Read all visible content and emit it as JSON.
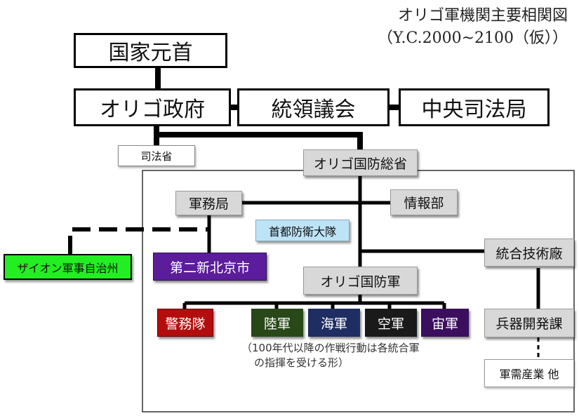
{
  "title": {
    "line1": "オリゴ軍機関主要相関図",
    "line2": "（Y.C.2000~2100（仮））"
  },
  "nodes": {
    "head_of_state": "国家元首",
    "government": "オリゴ政府",
    "council": "統領議会",
    "judiciary": "中央司法局",
    "justice_ministry": "司法省",
    "defense_ministry": "オリゴ国防総省",
    "military_affairs": "軍務局",
    "intelligence": "情報部",
    "capital_guard": "首都防衛大隊",
    "zeon_state": "ザイオン軍事自治州",
    "new_beijing": "第二新北京市",
    "joint_tech": "統合技術廠",
    "armed_forces": "オリゴ国防軍",
    "police": "警務隊",
    "army": "陸軍",
    "navy": "海軍",
    "air_force": "空軍",
    "space_force": "宙軍",
    "weapons_dev": "兵器開発課",
    "defense_industry": "軍需産業 他"
  },
  "note": {
    "line1": "（100年代以降の作戦行動は各統合軍",
    "line2": "の指揮を受ける形）"
  }
}
